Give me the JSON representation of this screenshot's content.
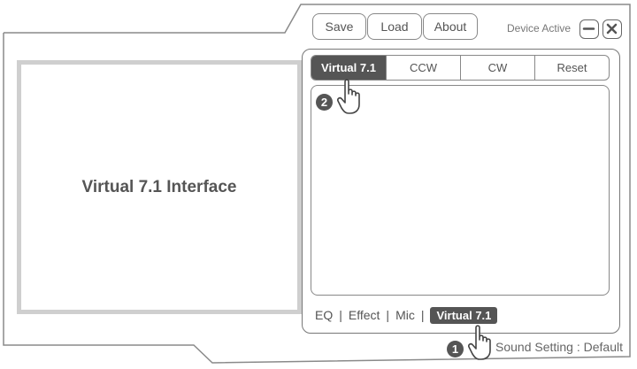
{
  "toolbar": {
    "save_label": "Save",
    "load_label": "Load",
    "about_label": "About",
    "device_status": "Device Active"
  },
  "tabs": [
    {
      "label": "Virtual 7.1",
      "active": true
    },
    {
      "label": "CCW",
      "active": false
    },
    {
      "label": "CW",
      "active": false
    },
    {
      "label": "Reset",
      "active": false
    }
  ],
  "left_panel": {
    "title": "Virtual 7.1 Interface"
  },
  "bottom_nav": {
    "items": [
      "EQ",
      "Effect",
      "Mic",
      "Virtual 7.1"
    ],
    "separator": "|",
    "active": "Virtual 7.1"
  },
  "footer": {
    "sound_setting": "Sound Setting : Default"
  },
  "callouts": {
    "step1": "1",
    "step2": "2"
  },
  "icons": {
    "minimize": "minus-circle-icon",
    "close": "close-x-icon",
    "pointer": "hand-pointer-icon"
  },
  "colors": {
    "active_bg": "#555555",
    "border": "#888888",
    "left_border": "#cfcfcf"
  }
}
